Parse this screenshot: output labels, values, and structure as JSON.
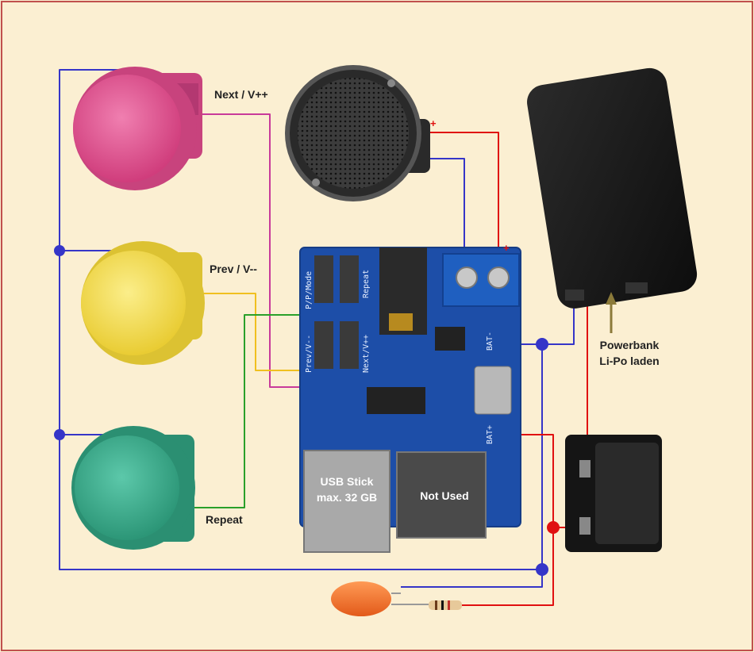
{
  "labels": {
    "next": "Next / V++",
    "prev": "Prev / V--",
    "repeat": "Repeat",
    "usb_line1": "USB Stick",
    "usb_line2": "max. 32 GB",
    "not_used": "Not Used",
    "powerbank_line1": "Powerbank",
    "powerbank_line2": "Li-Po laden"
  },
  "pcb": {
    "pp_mode": "P/P/Mode",
    "repeat": "Repeat",
    "prev": "Prev/V--",
    "next": "Next/V++",
    "bat_minus": "BAT-",
    "bat_plus": "BAT+"
  },
  "polarity": {
    "plus": "+"
  },
  "colors": {
    "background": "#fbefd2",
    "border": "#c0504d",
    "wire_blue": "#3535c8",
    "wire_red": "#e01010",
    "wire_magenta": "#c83a9a",
    "wire_yellow": "#f0c020",
    "wire_green": "#2aa02a",
    "button_pink": "#e2538f",
    "button_yellow": "#f3dc4c",
    "button_green": "#3cae90",
    "pcb": "#1d4ea8"
  }
}
